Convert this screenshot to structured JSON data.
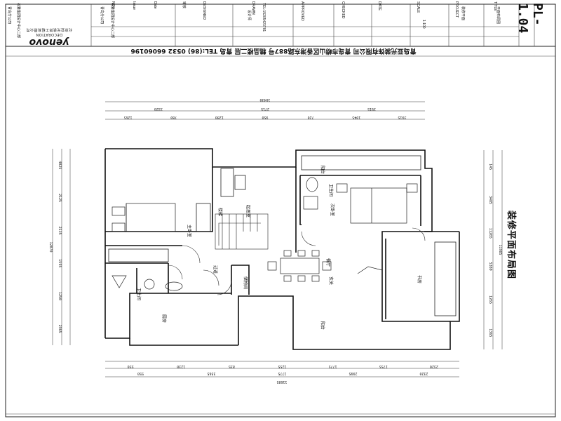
{
  "title_block": {
    "company_left": "青岛分公司",
    "company_left_sub": "名雅集团设计中心二部",
    "brand_logo": "yenovo",
    "brand_sub": "DECORATION",
    "brand_tagline": "北京亚光装饰工程有限公司",
    "company_mid": "青岛分公司",
    "company_mid_sub": "名雅集团设计中心二部",
    "fields": [
      "NO.",
      "Issue",
      "Date",
      "审核",
      "DESIGNED",
      "DRAWN",
      "APPROVED",
      "CHECKED",
      "DATE",
      "SCALE",
      "PROJECT",
      "TITLE"
    ],
    "field_values": [
      "",
      "",
      "",
      "",
      "",
      "",
      "",
      "",
      "",
      "1:100",
      "",
      ""
    ],
    "designer": "设计师",
    "phone": "TEL:15205423781",
    "drawing_title_short": "装修平面",
    "project_name": "平面布局图",
    "drawing_title": "装修平面布局图",
    "drawing_no": "PL-1.04",
    "address": "青岛亚光装饰有限公司  青岛市崂山区香港东路887号  精品楼二层   青岛  TEL:(86) 0532 66060196"
  },
  "rooms": [
    {
      "id": "master-bedroom",
      "label": "主卧室"
    },
    {
      "id": "living-room",
      "label": "起居室"
    },
    {
      "id": "bedroom-2",
      "label": "次卧室"
    },
    {
      "id": "dining",
      "label": "餐厅"
    },
    {
      "id": "kitchen",
      "label": "厨房"
    },
    {
      "id": "bathroom-1",
      "label": "卫生间"
    },
    {
      "id": "bathroom-2",
      "label": "卫生间"
    },
    {
      "id": "corridor",
      "label": "过道"
    },
    {
      "id": "storage",
      "label": "储物间"
    },
    {
      "id": "study",
      "label": "书房"
    },
    {
      "id": "balcony-top",
      "label": "阳台"
    },
    {
      "id": "balcony-bottom",
      "label": "阳台"
    },
    {
      "id": "staircase",
      "label": "楼梯"
    },
    {
      "id": "entrance",
      "label": "玄关"
    }
  ],
  "dims_top": {
    "total": "10430",
    "row1": [
      "1265",
      "780",
      "1280",
      "950",
      "720",
      "1045",
      "3915"
    ],
    "row2": [
      "3320",
      "2715",
      "3915"
    ]
  },
  "dims_bottom": {
    "total": "11685",
    "row1": [
      "550",
      "1230",
      "835",
      "1255",
      "1775",
      "1755",
      "2320"
    ],
    "row2": [
      "550",
      "3565",
      "1775",
      "2995",
      "2320"
    ]
  },
  "dims_left": [
    "4025",
    "2125",
    "2135",
    "1595",
    "1250",
    "2965",
    "12070"
  ],
  "dims_right": [
    "145",
    "3485",
    "11265",
    "5380",
    "1265",
    "1365",
    "11985"
  ]
}
